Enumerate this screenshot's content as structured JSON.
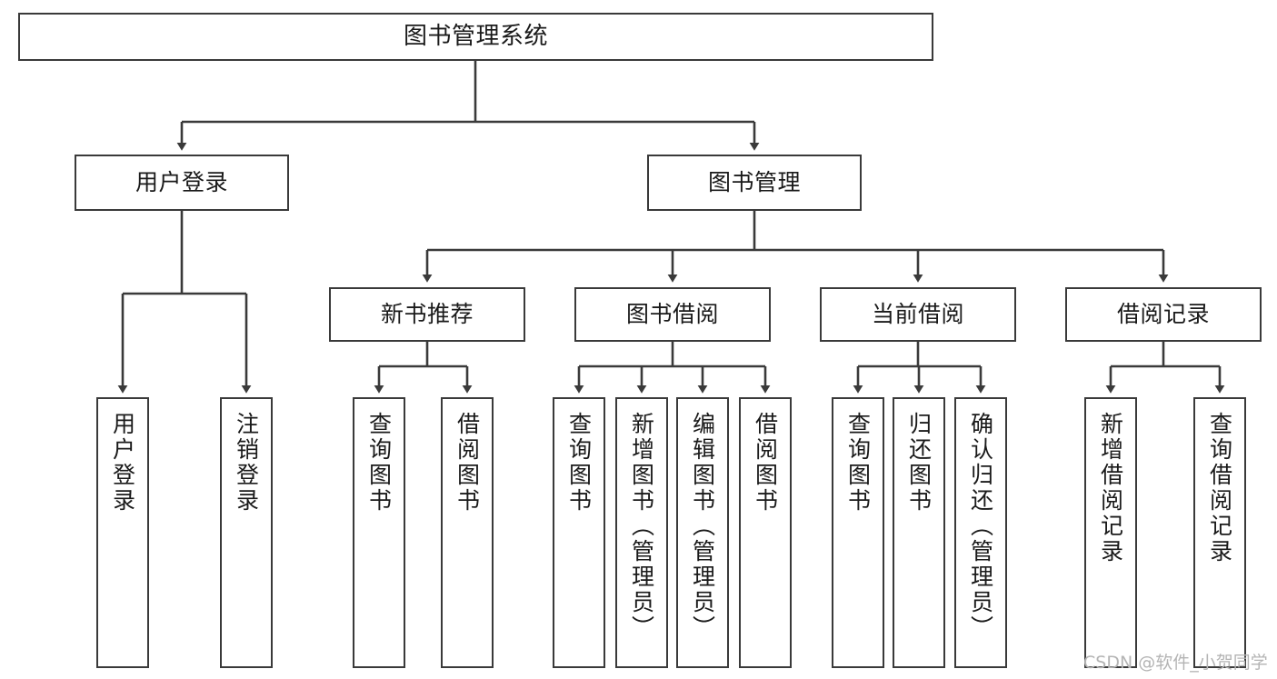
{
  "diagram": {
    "title": "图书管理系统",
    "type": "tree",
    "orientation": "top-down",
    "line_color": "#3a3a3a",
    "box_fill": "#ffffff",
    "text_color": "#1a1a1a",
    "nodes": {
      "root": {
        "label": "图书管理系统"
      },
      "level2": [
        {
          "label": "用户登录"
        },
        {
          "label": "图书管理"
        }
      ],
      "level3": [
        {
          "label": "新书推荐"
        },
        {
          "label": "图书借阅"
        },
        {
          "label": "当前借阅"
        },
        {
          "label": "借阅记录"
        }
      ],
      "leaves_user_login": [
        {
          "label": "用户登录"
        },
        {
          "label": "注销登录"
        }
      ],
      "leaves_new_book": [
        {
          "label": "查询图书"
        },
        {
          "label": "借阅图书"
        }
      ],
      "leaves_borrow": [
        {
          "label": "查询图书"
        },
        {
          "label": "新增图书（管理员）"
        },
        {
          "label": "编辑图书（管理员）"
        },
        {
          "label": "借阅图书"
        }
      ],
      "leaves_current": [
        {
          "label": "查询图书"
        },
        {
          "label": "归还图书"
        },
        {
          "label": "确认归还（管理员）"
        }
      ],
      "leaves_records": [
        {
          "label": "新增借阅记录"
        },
        {
          "label": "查询借阅记录"
        }
      ]
    }
  },
  "watermark": {
    "text": "CSDN @软件_小贺同学"
  }
}
